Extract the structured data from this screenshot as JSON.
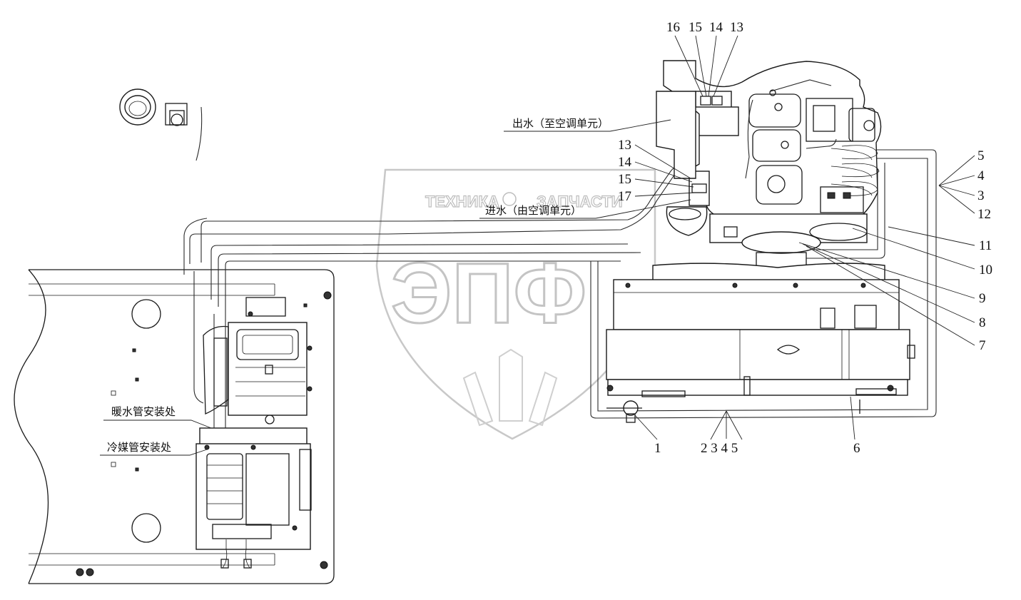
{
  "watermark": {
    "brand_text": "ТЕХНИКА",
    "brand_text_2": "ЗАПЧАСТИ",
    "logo_letters": "ЭПФ"
  },
  "callouts": {
    "top_group": [
      "16",
      "15",
      "14",
      "13"
    ],
    "left_group": [
      "13",
      "14",
      "15",
      "17"
    ],
    "right_group": [
      "5",
      "4",
      "3",
      "12"
    ],
    "right_column": [
      "11",
      "10",
      "9",
      "8",
      "7"
    ],
    "bottom_1": "1",
    "bottom_group": "2 3 4 5",
    "bottom_6": "6"
  },
  "annotations": {
    "water_out": "出水（至空调单元）",
    "water_in": "进水（由空调单元）",
    "heater_pipe_location": "暖水管安装处",
    "refrigerant_pipe_location": "冷媒管安装处"
  }
}
